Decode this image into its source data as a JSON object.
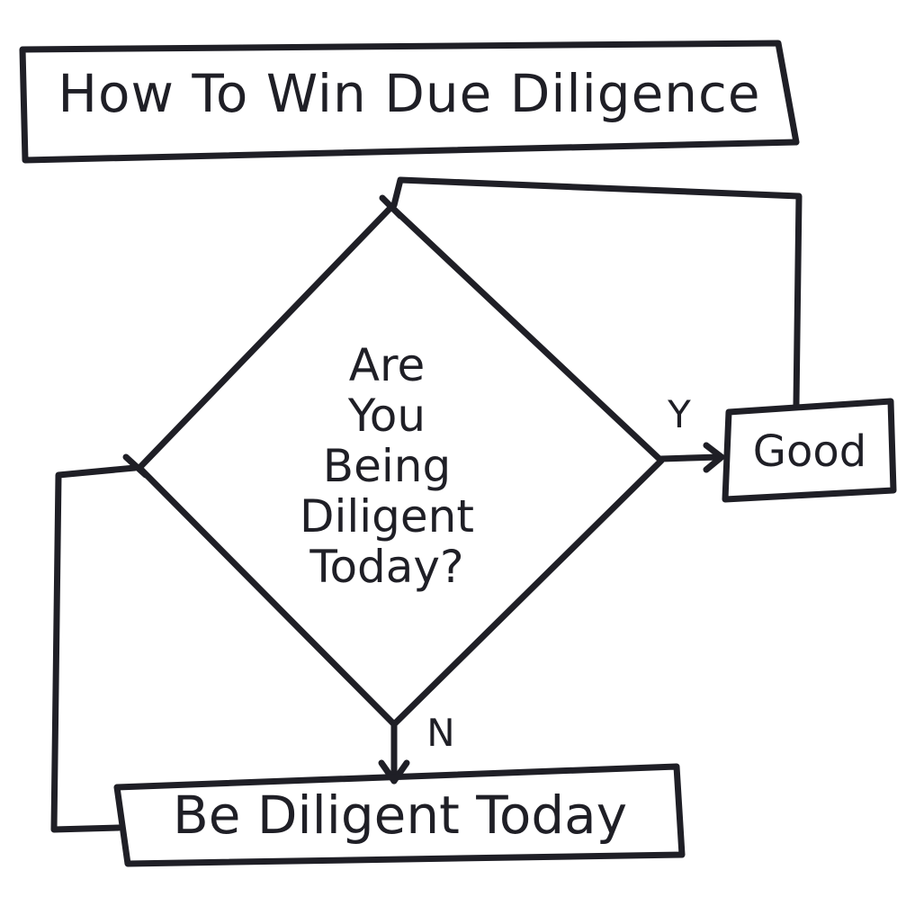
{
  "title": "How To Win Due Diligence",
  "decision": {
    "question_lines": [
      "Are",
      "You",
      "Being",
      "Diligent",
      "Today?"
    ]
  },
  "yes_branch": {
    "edge_label": "Y",
    "node_label": "Good"
  },
  "no_branch": {
    "edge_label": "N",
    "node_label": "Be Diligent Today"
  },
  "ink_color": "#1f1f26"
}
